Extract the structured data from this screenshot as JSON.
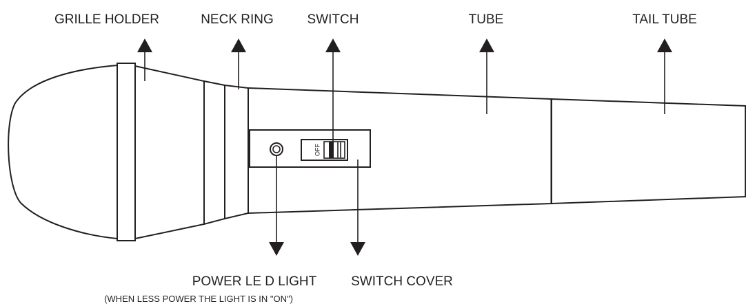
{
  "labels": {
    "grille_holder": "GRILLE HOLDER",
    "neck_ring": "NECK RING",
    "switch": "SWITCH",
    "tube": "TUBE",
    "tail_tube": "TAIL TUBE",
    "power_led_light": "POWER LE D LIGHT",
    "power_led_note": "(WHEN LESS POWER THE LIGHT IS IN \"ON\")",
    "switch_cover": "SWITCH COVER",
    "switch_off": "OFF"
  },
  "colors": {
    "ink": "#231f20",
    "background": "#ffffff"
  }
}
